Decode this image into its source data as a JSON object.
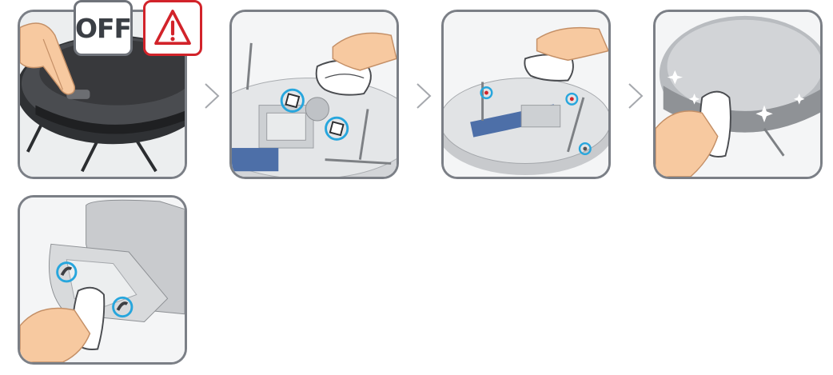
{
  "badges": {
    "off_label": "OFF",
    "warning_icon": "warning-triangle-icon"
  },
  "colors": {
    "panel_border": "#7b7f86",
    "highlight_ring": "#27a6dd",
    "warning_red": "#d2232a",
    "robot_dark": "#3d3f43",
    "robot_light": "#c9cbce",
    "brush_blue": "#4d6fa8",
    "skin": "#f7c9a0"
  },
  "steps": [
    {
      "id": 1,
      "icon": "robot-top-power-off"
    },
    {
      "id": 2,
      "icon": "robot-underside-sensors-wipe"
    },
    {
      "id": 3,
      "icon": "robot-underside-contacts-wipe"
    },
    {
      "id": 4,
      "icon": "robot-bumper-wipe"
    },
    {
      "id": 5,
      "icon": "dock-contacts-wipe"
    }
  ]
}
